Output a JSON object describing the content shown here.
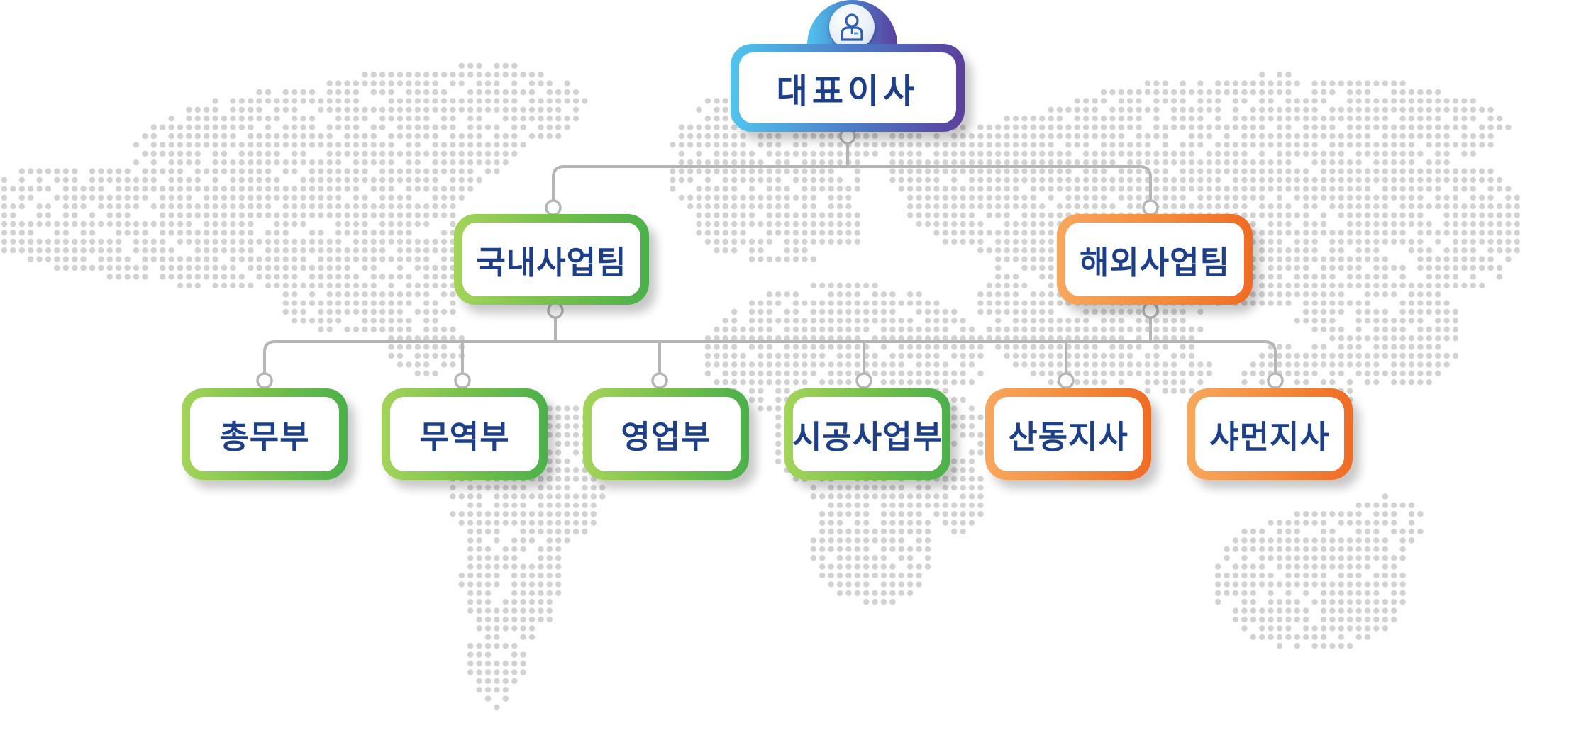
{
  "org_chart": {
    "ceo": {
      "label": "대표이사",
      "icon": "person-icon"
    },
    "teams": [
      {
        "label": "국내사업팀",
        "color": "green"
      },
      {
        "label": "해외사업팀",
        "color": "orange"
      }
    ],
    "departments": [
      {
        "label": "총무부",
        "team": "국내사업팀",
        "color": "green"
      },
      {
        "label": "무역부",
        "team": "국내사업팀",
        "color": "green"
      },
      {
        "label": "영업부",
        "team": "국내사업팀",
        "color": "green"
      },
      {
        "label": "시공사업부",
        "team": "국내사업팀",
        "color": "green"
      },
      {
        "label": "산동지사",
        "team": "해외사업팀",
        "color": "orange"
      },
      {
        "label": "샤먼지사",
        "team": "해외사업팀",
        "color": "orange"
      }
    ]
  },
  "colors": {
    "ceo_gradient": [
      "#4fc5ee",
      "#4d78c6",
      "#5b3f9c"
    ],
    "green_gradient": [
      "#a4d45a",
      "#72bf49",
      "#4bb04a"
    ],
    "orange_gradient": [
      "#f8a75d",
      "#f48a3a",
      "#f06b24"
    ],
    "label_text": "#1d3f8a",
    "connector": "#b5b5b5",
    "map_dots": "#d2d2d2"
  },
  "background": {
    "type": "dotted-world-map"
  }
}
